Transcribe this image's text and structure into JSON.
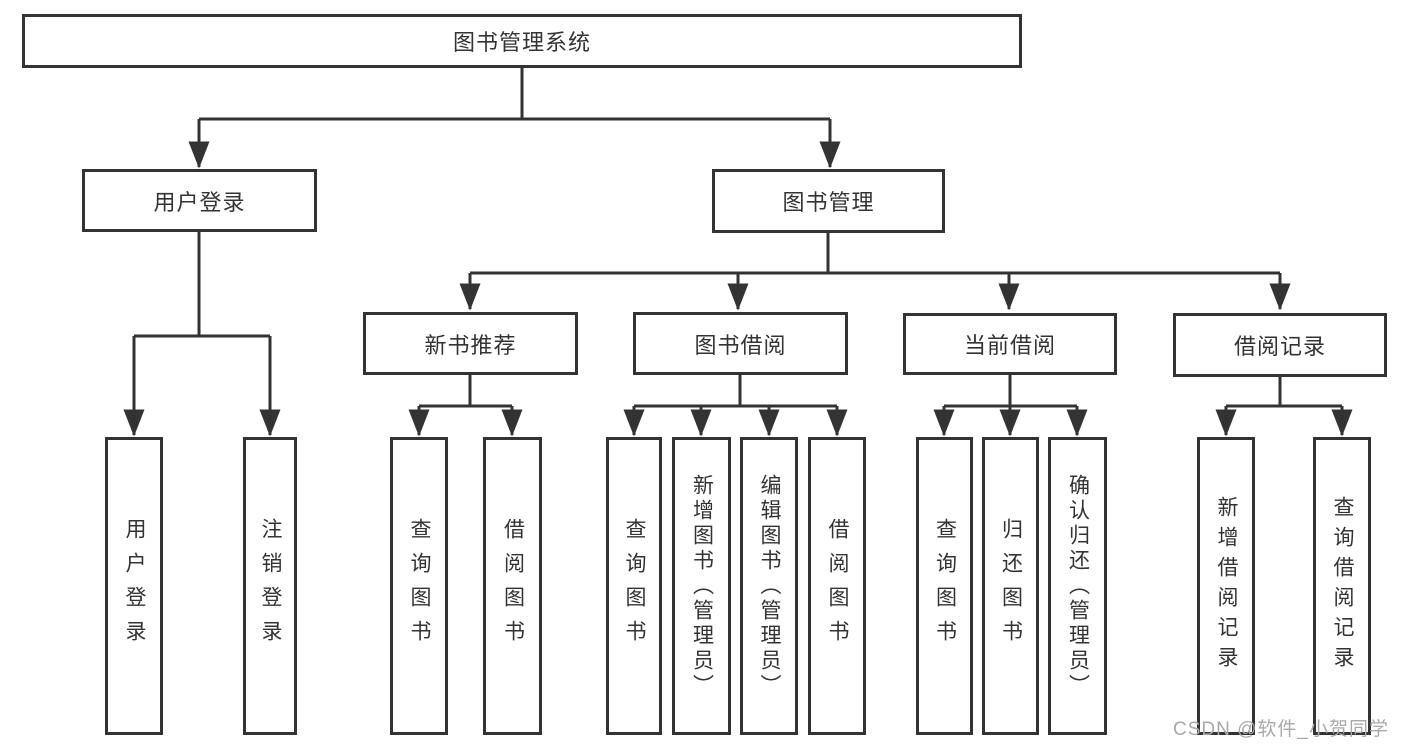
{
  "tree": {
    "root": {
      "label": "图书管理系统"
    },
    "level2": [
      {
        "label": "用户登录"
      },
      {
        "label": "图书管理"
      }
    ],
    "level3": [
      {
        "label": "新书推荐",
        "parent": "图书管理"
      },
      {
        "label": "图书借阅",
        "parent": "图书管理"
      },
      {
        "label": "当前借阅",
        "parent": "图书管理"
      },
      {
        "label": "借阅记录",
        "parent": "图书管理"
      }
    ],
    "level4": [
      {
        "parent": "用户登录",
        "label": "用户登录"
      },
      {
        "parent": "用户登录",
        "label": "注销登录"
      },
      {
        "parent": "新书推荐",
        "label": "查询图书"
      },
      {
        "parent": "新书推荐",
        "label": "借阅图书"
      },
      {
        "parent": "图书借阅",
        "label": "查询图书"
      },
      {
        "parent": "图书借阅",
        "label": "新增图书（管理员）"
      },
      {
        "parent": "图书借阅",
        "label": "编辑图书（管理员）"
      },
      {
        "parent": "图书借阅",
        "label": "借阅图书"
      },
      {
        "parent": "当前借阅",
        "label": "查询图书"
      },
      {
        "parent": "当前借阅",
        "label": "归还图书"
      },
      {
        "parent": "当前借阅",
        "label": "确认归还（管理员）"
      },
      {
        "parent": "借阅记录",
        "label": "新增借阅记录"
      },
      {
        "parent": "借阅记录",
        "label": "查询借阅记录"
      }
    ]
  },
  "watermark": {
    "text": "CSDN @软件_小贺同学"
  },
  "colors": {
    "line": "#333333",
    "box_border": "#333333",
    "text": "#333333",
    "watermark": "#a9a9a9",
    "background": "#ffffff"
  }
}
